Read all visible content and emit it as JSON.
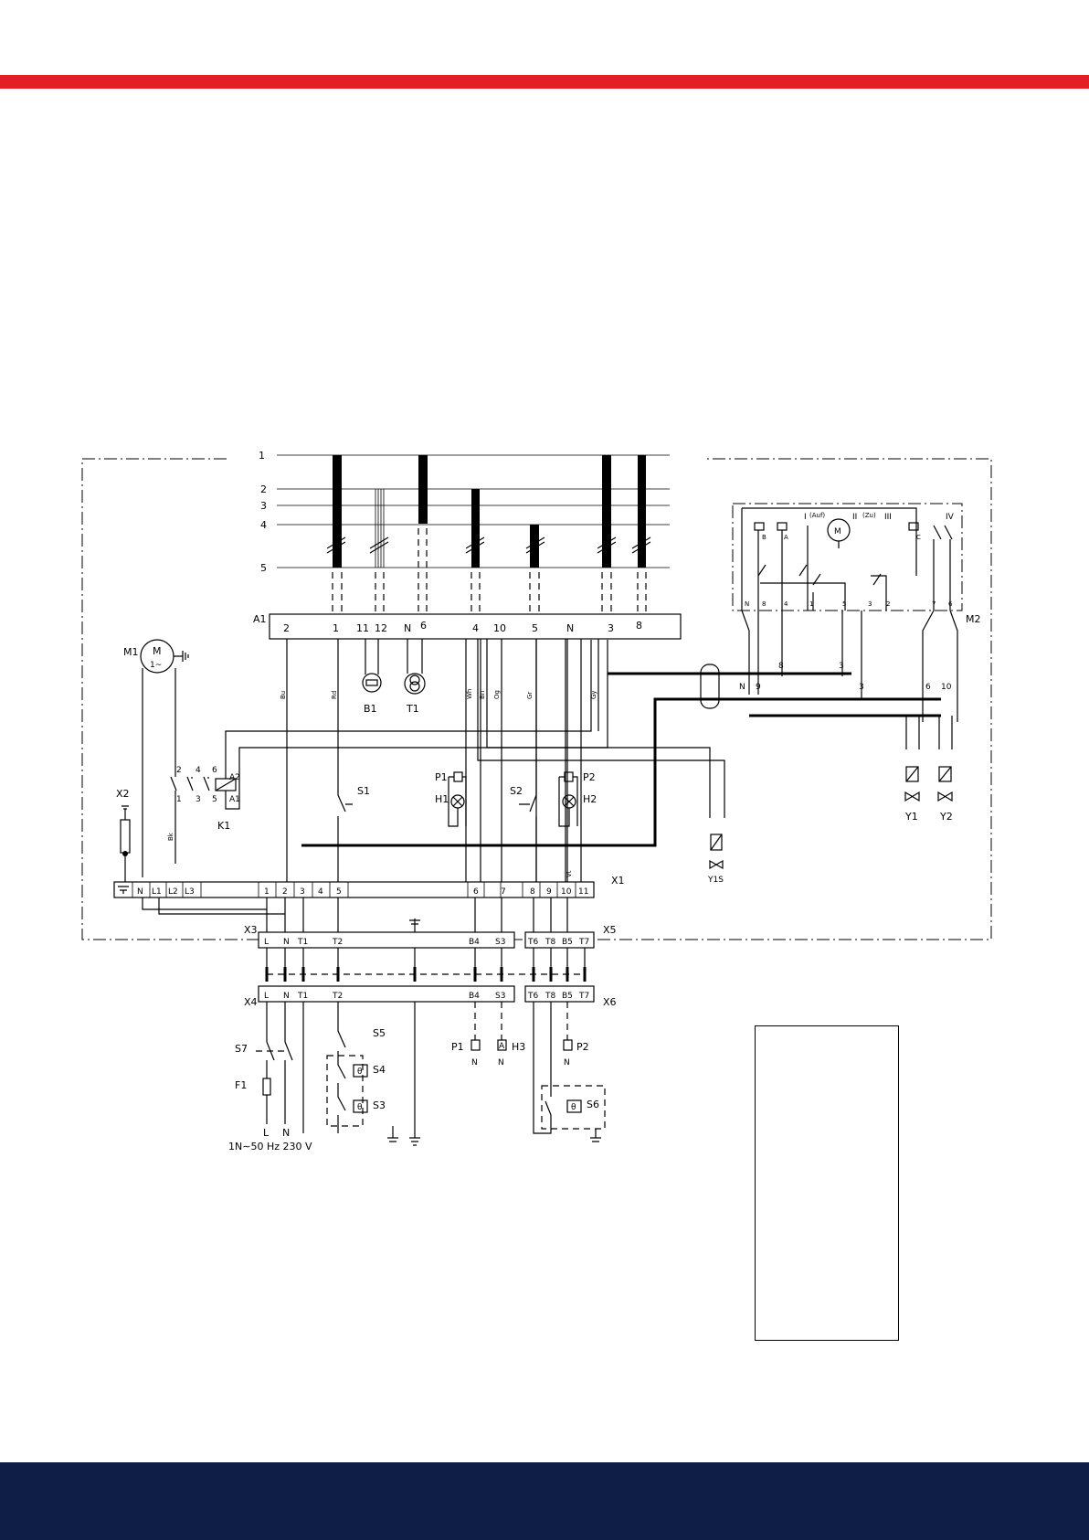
{
  "colors": {
    "band_top": "#e31e24",
    "band_bottom": "#0f1e46"
  },
  "bus": {
    "lines": [
      "1",
      "2",
      "3",
      "4",
      "5"
    ]
  },
  "a1": {
    "name": "A1",
    "terminals": [
      "2",
      "1",
      "11",
      "12",
      "N",
      "6",
      "4",
      "10",
      "5",
      "N",
      "3",
      "8"
    ],
    "sensor_b1": "B1",
    "transformer_t1": "T1"
  },
  "m1": {
    "name": "M1",
    "symbol": "M",
    "phase": "1~"
  },
  "k1": {
    "name": "K1",
    "contacts_top": [
      "2",
      "4",
      "6"
    ],
    "contacts_bottom": [
      "1",
      "3",
      "5"
    ],
    "coil": [
      "A2",
      "A1"
    ]
  },
  "x2": {
    "name": "X2"
  },
  "s1": {
    "name": "S1"
  },
  "s2": {
    "name": "S2"
  },
  "p1": {
    "name": "P1"
  },
  "p2": {
    "name": "P2"
  },
  "h1": {
    "name": "H1"
  },
  "h2": {
    "name": "H2"
  },
  "y1s": {
    "name": "Y1S"
  },
  "m2": {
    "name": "M2",
    "labels": [
      "B",
      "A",
      "C",
      "(Auf)",
      "(Zu)",
      "I",
      "II",
      "III",
      "IV",
      "M"
    ],
    "bottom_terminals": [
      "N",
      "8",
      "4",
      "1",
      "5",
      "3",
      "2",
      "7",
      "6"
    ],
    "connections": [
      "N",
      "9",
      "8",
      "3",
      "3",
      "6",
      "10"
    ]
  },
  "y1": {
    "name": "Y1"
  },
  "y2": {
    "name": "Y2"
  },
  "x1": {
    "name": "X1",
    "terminals": [
      "N",
      "L1",
      "L2",
      "L3",
      "1",
      "2",
      "3",
      "4",
      "5",
      "6",
      "7",
      "8",
      "9",
      "10",
      "11"
    ]
  },
  "x3": {
    "name": "X3",
    "terminals": [
      "L",
      "N",
      "T1",
      "T2",
      "B4",
      "S3"
    ]
  },
  "x4": {
    "name": "X4",
    "terminals": [
      "L",
      "N",
      "T1",
      "T2",
      "B4",
      "S3"
    ]
  },
  "x5": {
    "name": "X5",
    "terminals": [
      "T6",
      "T8",
      "B5",
      "T7"
    ]
  },
  "x6": {
    "name": "X6",
    "terminals": [
      "T6",
      "T8",
      "B5",
      "T7"
    ]
  },
  "field": {
    "s7": "S7",
    "f1": "F1",
    "s5": "S5",
    "s4": "S4",
    "s3": "S3",
    "s6": "S6",
    "p1": "P1",
    "h3": "H3",
    "p2": "P2",
    "h3_symbol": "A",
    "supply_l": "L",
    "supply_n": "N",
    "n_labels": [
      "N",
      "N",
      "N"
    ],
    "supply_text": "1N∼50 Hz 230 V",
    "theta": "θ"
  },
  "wire_colors": [
    "Bu",
    "Rd",
    "Wh",
    "Bn",
    "Og",
    "Gr",
    "Gy",
    "Bk",
    "Vt"
  ]
}
